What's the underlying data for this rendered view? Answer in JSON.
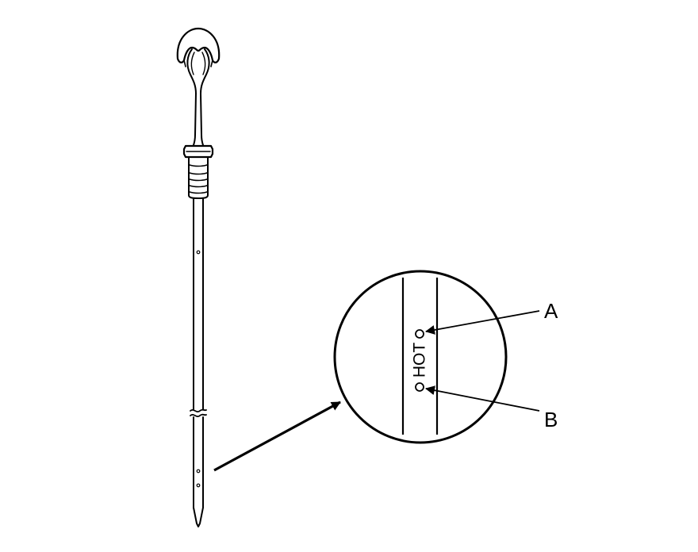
{
  "diagram": {
    "callouts": {
      "a": "A",
      "b": "B"
    },
    "marking_text": "HOT",
    "colors": {
      "ink": "#000000",
      "background": "#ffffff"
    }
  }
}
